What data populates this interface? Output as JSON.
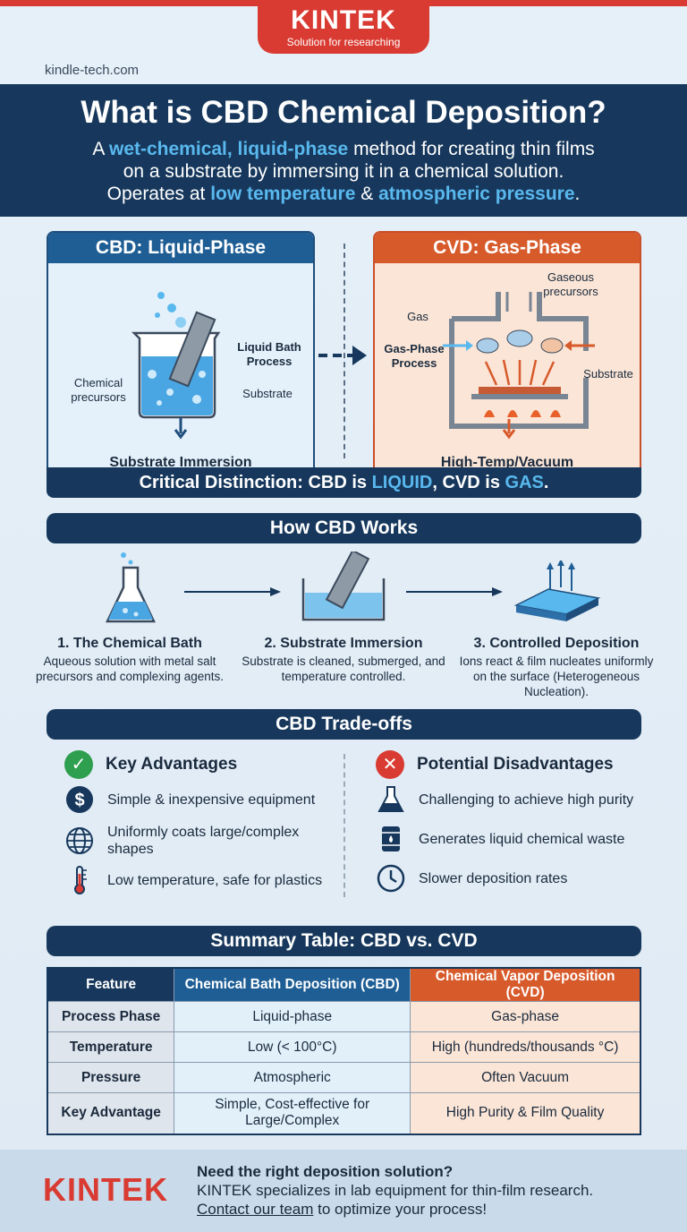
{
  "brand": {
    "name": "KINTEK",
    "tagline": "Solution for researching",
    "site": "kindle-tech.com"
  },
  "hero": {
    "title": "What is CBD Chemical Deposition?",
    "l1a": "A ",
    "l1b": "wet-chemical, liquid-phase",
    "l1c": " method for creating thin films",
    "l2": "on a substrate by immersing it in a chemical solution.",
    "l3a": "Operates at ",
    "l3b": "low temperature",
    "l3c": " & ",
    "l3d": "atmospheric pressure",
    "l3e": "."
  },
  "cbd_panel": {
    "title": "CBD: Liquid-Phase",
    "liquid_bath": "Liquid Bath Process",
    "precursors": "Chemical precursors",
    "substrate": "Substrate",
    "footer": "Substrate Immersion"
  },
  "cvd_panel": {
    "title": "CVD: Gas-Phase",
    "gaseous": "Gaseous precursors",
    "gas": "Gas",
    "gas_phase": "Gas-Phase Process",
    "substrate": "Substrate",
    "footer": "High-Temp/Vacuum"
  },
  "distinction": {
    "a": "Critical Distinction: CBD is ",
    "b": "LIQUID",
    "c": ", CVD is ",
    "d": "GAS",
    "e": "."
  },
  "how": {
    "title": "How CBD Works",
    "steps": [
      {
        "title": "1. The Chemical Bath",
        "desc": "Aqueous solution with metal salt precursors and complexing agents."
      },
      {
        "title": "2. Substrate Immersion",
        "desc": "Substrate is cleaned, submerged, and temperature controlled."
      },
      {
        "title": "3. Controlled Deposition",
        "desc": "Ions react & film nucleates uniformly on the surface (Heterogeneous Nucleation)."
      }
    ]
  },
  "tradeoffs": {
    "title": "CBD Trade-offs",
    "adv_title": "Key Advantages",
    "dis_title": "Potential Disadvantages",
    "advantages": [
      "Simple & inexpensive equipment",
      "Uniformly coats large/complex shapes",
      "Low temperature, safe for plastics"
    ],
    "disadvantages": [
      "Challenging to achieve high purity",
      "Generates liquid chemical waste",
      "Slower deposition rates"
    ],
    "colors": {
      "advantage": "#2e9e4f",
      "disadvantage": "#d93b32"
    }
  },
  "summary": {
    "title": "Summary Table: CBD vs. CVD",
    "headers": [
      "Feature",
      "Chemical Bath Deposition (CBD)",
      "Chemical Vapor Deposition (CVD)"
    ],
    "rows": [
      [
        "Process Phase",
        "Liquid-phase",
        "Gas-phase"
      ],
      [
        "Temperature",
        "Low (< 100°C)",
        "High (hundreds/thousands °C)"
      ],
      [
        "Pressure",
        "Atmospheric",
        "Often Vacuum"
      ],
      [
        "Key Advantage",
        "Simple, Cost-effective for Large/Complex",
        "High Purity & Film Quality"
      ]
    ]
  },
  "footer": {
    "logo": "KINTEK",
    "question": "Need the right deposition solution?",
    "line2": "KINTEK specializes in lab equipment for thin-film research.",
    "link": "Contact our team",
    "line3": " to optimize your process!"
  }
}
